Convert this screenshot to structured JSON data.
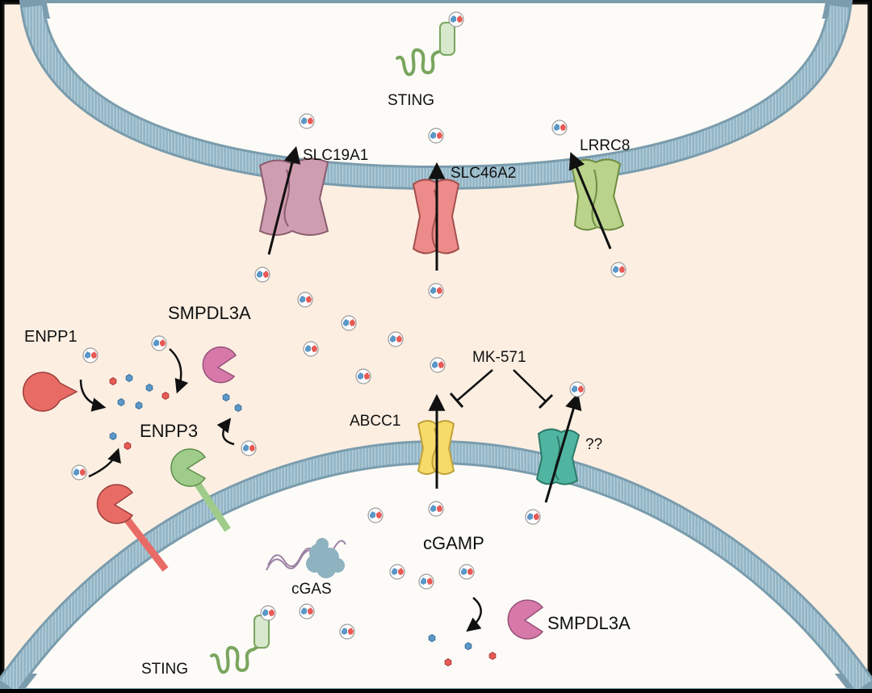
{
  "labels": {
    "sting_top": "STING",
    "slc19a1": "SLC19A1",
    "slc46a2": "SLC46A2",
    "lrrc8": "LRRC8",
    "enpp1": "ENPP1",
    "smpdl3a_top": "SMPDL3A",
    "enpp3": "ENPP3",
    "mk571": "MK-571",
    "abcc1": "ABCC1",
    "unknown": "??",
    "cgamp": "cGAMP",
    "cgas": "cGAS",
    "sting_bottom": "STING",
    "smpdl3a_bottom": "SMPDL3A"
  },
  "colors": {
    "background": "#fcefe2",
    "cell": "#fdfbf7",
    "membrane": "#8fb3c4",
    "slc19a1": "#cf9db0",
    "slc46a2": "#ec8b89",
    "lrrc8": "#b9d38a",
    "abcc1": "#f7db6a",
    "unknown_transporter": "#4fb4a0",
    "enpp1": "#e86b66",
    "enpp3": "#9fcc8a",
    "smpdl3a": "#d779a8",
    "cgas": "#8eb2c0",
    "sting": "#d7e8cc",
    "cgamp_blue": "#5b97c7",
    "cgamp_red": "#e85a55"
  },
  "icons": [
    "cgamp-molecule-icon",
    "enzyme-pacman-icon",
    "transporter-channel-icon",
    "sting-protein-icon",
    "cgas-protein-icon",
    "arrow-icon",
    "inhibition-bar-icon"
  ]
}
